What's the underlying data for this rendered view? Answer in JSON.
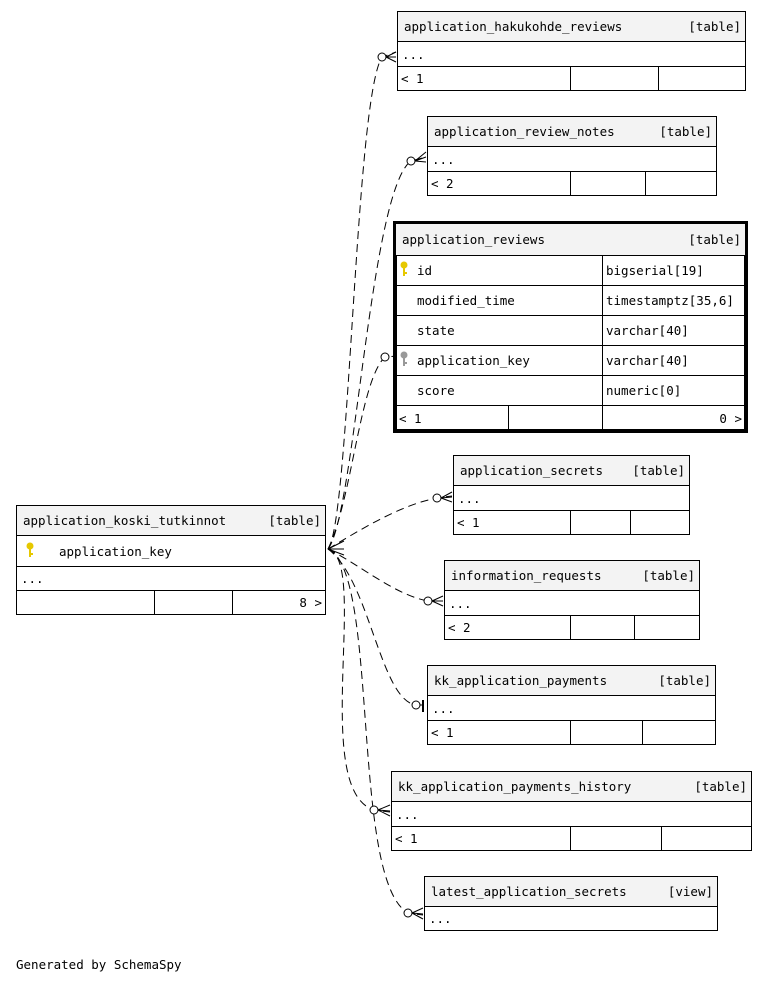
{
  "tables": {
    "hakukohde_reviews": {
      "name": "application_hakukohde_reviews",
      "kind": "[table]",
      "body": "...",
      "footer": "< 1"
    },
    "review_notes": {
      "name": "application_review_notes",
      "kind": "[table]",
      "body": "...",
      "footer": "< 2"
    },
    "reviews": {
      "name": "application_reviews",
      "kind": "[table]",
      "columns": [
        {
          "name": "id",
          "type": "bigserial[19]",
          "key": "primary"
        },
        {
          "name": "modified_time",
          "type": "timestamptz[35,6]",
          "key": ""
        },
        {
          "name": "state",
          "type": "varchar[40]",
          "key": ""
        },
        {
          "name": "application_key",
          "type": "varchar[40]",
          "key": "foreign"
        },
        {
          "name": "score",
          "type": "numeric[0]",
          "key": ""
        }
      ],
      "footer_left": "< 1",
      "footer_right": "0 >"
    },
    "secrets": {
      "name": "application_secrets",
      "kind": "[table]",
      "body": "...",
      "footer": "< 1"
    },
    "koski": {
      "name": "application_koski_tutkinnot",
      "kind": "[table]",
      "column": "application_key",
      "body": "...",
      "footer_right": "8 >"
    },
    "information_requests": {
      "name": "information_requests",
      "kind": "[table]",
      "body": "...",
      "footer": "< 2"
    },
    "payments": {
      "name": "kk_application_payments",
      "kind": "[table]",
      "body": "...",
      "footer": "< 1"
    },
    "payments_history": {
      "name": "kk_application_payments_history",
      "kind": "[table]",
      "body": "...",
      "footer": "< 1"
    },
    "latest_secrets": {
      "name": "latest_application_secrets",
      "kind": "[view]",
      "body": "..."
    }
  },
  "colors": {
    "primary_key": "#e6c800",
    "foreign_key": "#999999"
  },
  "generated": "Generated by SchemaSpy"
}
